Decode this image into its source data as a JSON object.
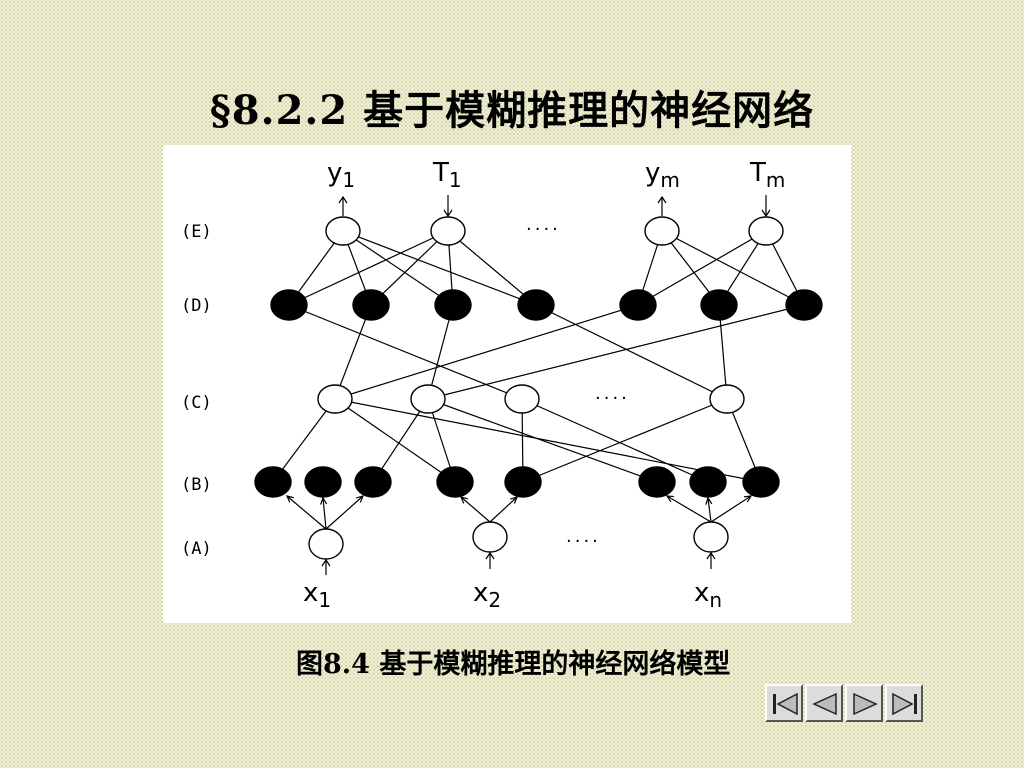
{
  "slide": {
    "title": "§8.2.2  基于模糊推理的神经网络",
    "caption": "图8.4 基于模糊推理的神经网络模型"
  },
  "diagram": {
    "layer_labels": [
      "(E)",
      "(D)",
      "(C)",
      "(B)",
      "(A)"
    ],
    "ellipsis": "····",
    "outputs": [
      {
        "base": "y",
        "sub": "1"
      },
      {
        "base": "T",
        "sub": "1"
      },
      {
        "base": "y",
        "sub": "m"
      },
      {
        "base": "T",
        "sub": "m"
      }
    ],
    "inputs": [
      {
        "base": "x",
        "sub": "1"
      },
      {
        "base": "x",
        "sub": "2"
      },
      {
        "base": "x",
        "sub": "n"
      }
    ]
  },
  "navigation": {
    "buttons": [
      {
        "name": "first-page-button",
        "icon": "skip-back-icon"
      },
      {
        "name": "prev-page-button",
        "icon": "play-left-icon"
      },
      {
        "name": "next-page-button",
        "icon": "play-right-icon"
      },
      {
        "name": "last-page-button",
        "icon": "skip-forward-icon"
      }
    ]
  }
}
